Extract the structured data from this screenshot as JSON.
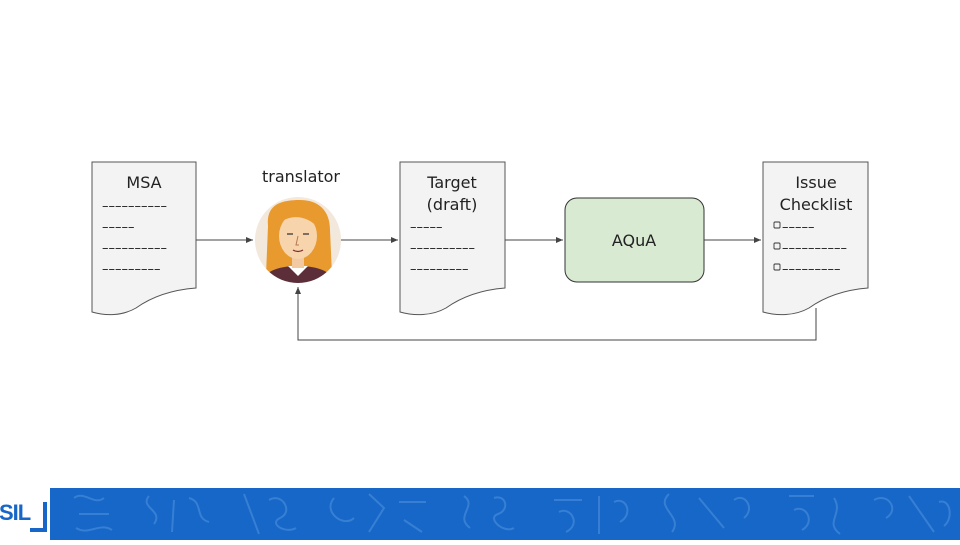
{
  "nodes": {
    "msa": {
      "title": "MSA",
      "lines": [
        "––––––––––",
        "–––––",
        "––––––––––",
        "–––––––––"
      ]
    },
    "translator": {
      "label": "translator"
    },
    "target": {
      "title_line1": "Target",
      "title_line2": "(draft)",
      "lines": [
        "–––––",
        "––––––––––",
        "–––––––––"
      ]
    },
    "aqua": {
      "label": "AQuA",
      "fill": "#d9ead3",
      "stroke": "#333333"
    },
    "checklist": {
      "title_line1": "Issue",
      "title_line2": "Checklist",
      "items": [
        "–––––",
        "––––––––––",
        "–––––––––"
      ]
    }
  },
  "footer": {
    "logo": "SIL",
    "color": "#1667c7"
  },
  "colors": {
    "doc_fill": "#f3f3f3",
    "doc_stroke": "#555555",
    "arrow": "#444444"
  }
}
